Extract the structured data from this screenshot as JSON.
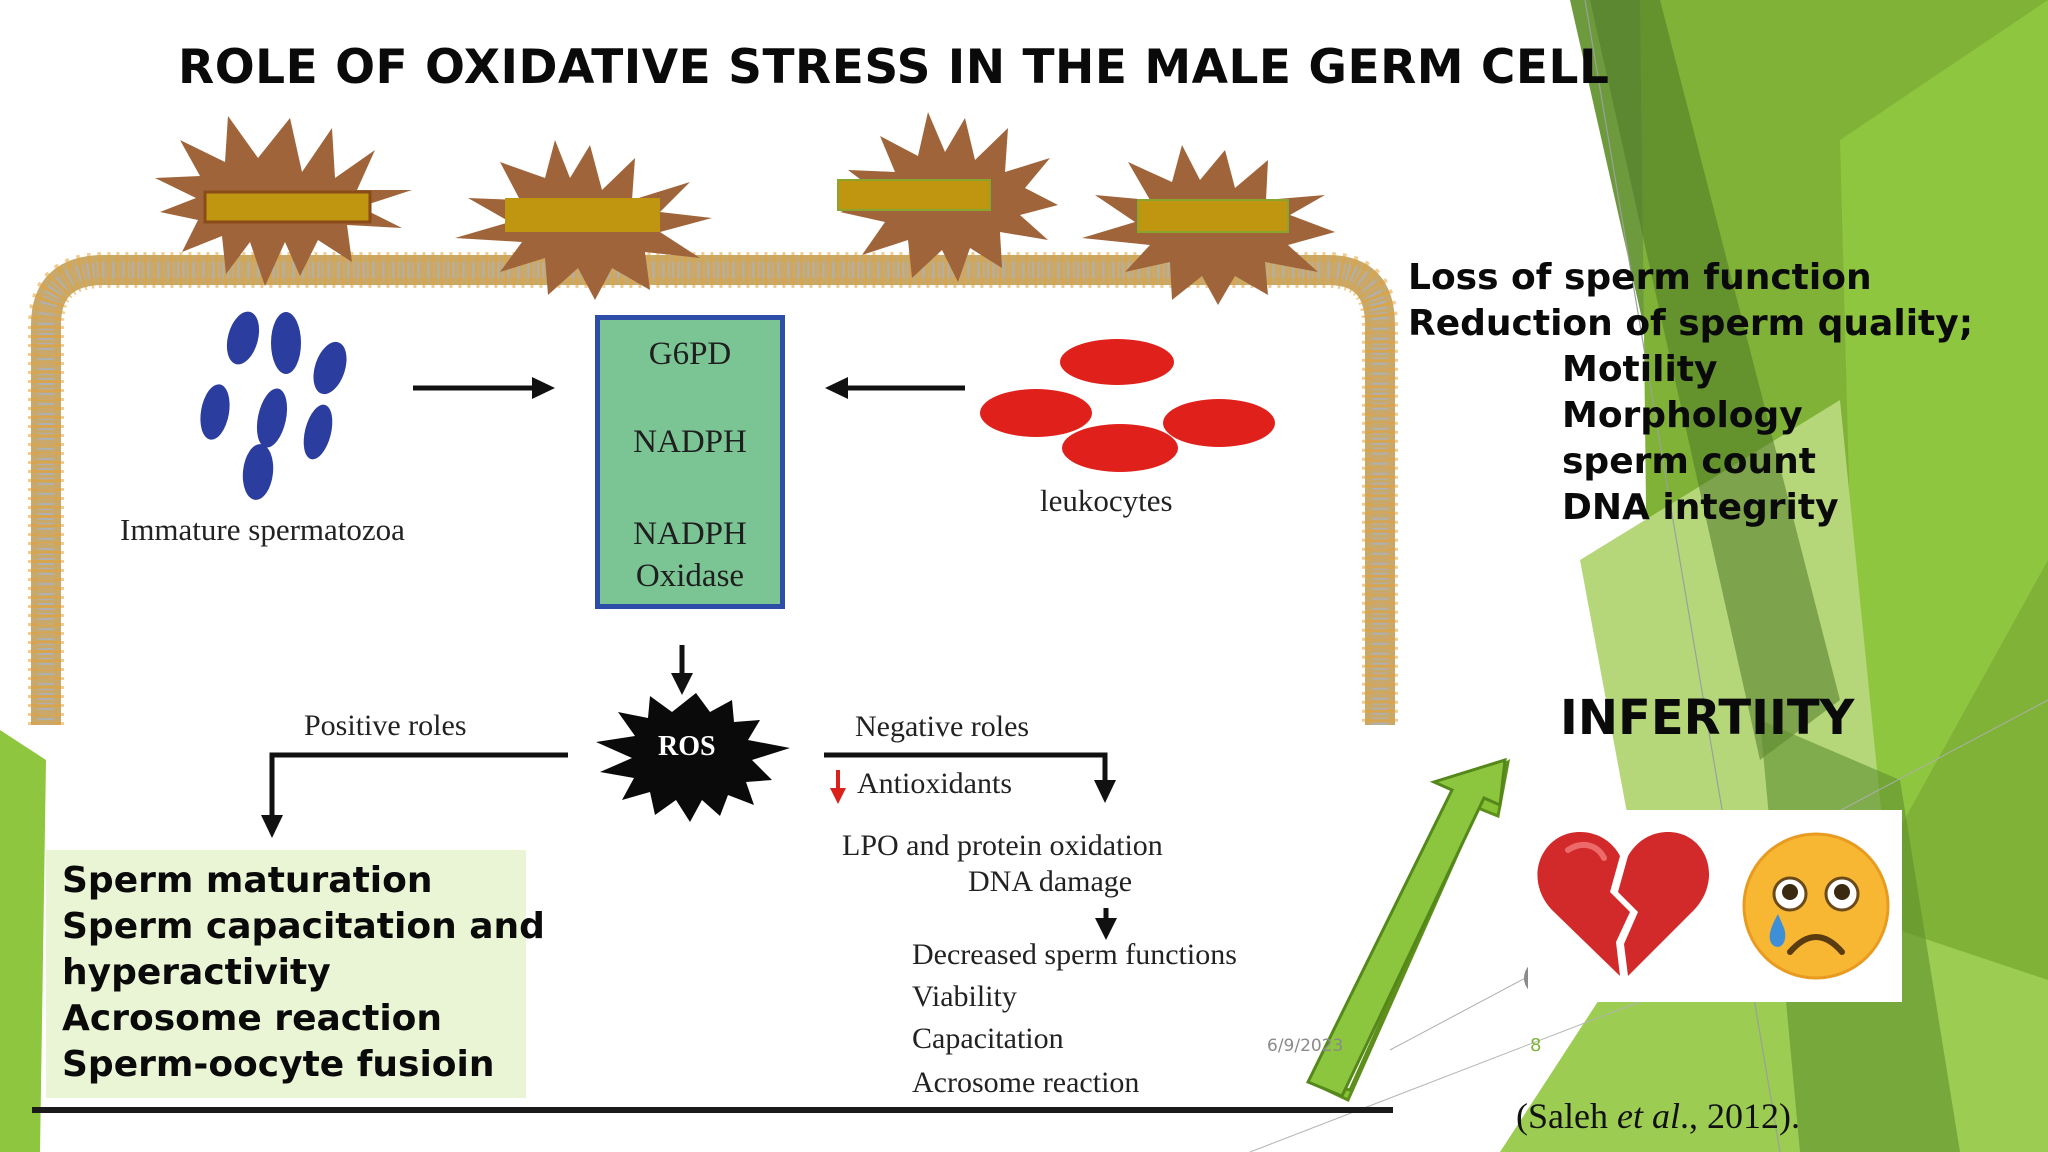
{
  "slide": {
    "title": "ROLE OF OXIDATIVE STRESS IN THE MALE GERM CELL",
    "footer_date": "6/9/2023",
    "page_number": "8",
    "accent_color": "#7dbb2e"
  },
  "diagram": {
    "left_label": "Immature spermatozoa",
    "right_label": "leukocytes",
    "box_lines": [
      "G6PD",
      "NADPH",
      "NADPH",
      "Oxidase"
    ],
    "center_label": "ROS",
    "positive_label": "Positive roles",
    "negative_label": "Negative roles",
    "antioxidants_label": "Antioxidants",
    "lpo_label": "LPO and protein oxidation",
    "dna_label": "DNA damage",
    "decreased_list": [
      "Decreased sperm functions",
      "Viability",
      "Capacitation",
      "Acrosome reaction"
    ]
  },
  "positive_box": {
    "lines": [
      "Sperm maturation",
      "Sperm capacitation and",
      "hyperactivity",
      "Acrosome reaction",
      "Sperm-oocyte fusioin"
    ]
  },
  "effects": {
    "lines": [
      "Loss of sperm function",
      "Reduction of sperm quality;"
    ],
    "indented": [
      "Motility",
      "Morphology",
      "sperm count",
      "DNA integrity"
    ]
  },
  "outcome": {
    "label": "INFERTIITY",
    "icons": [
      "broken-heart-icon",
      "crying-face-icon"
    ]
  },
  "citation": {
    "prefix": "(Saleh ",
    "italic": "et al",
    "suffix": "., 2012)."
  }
}
